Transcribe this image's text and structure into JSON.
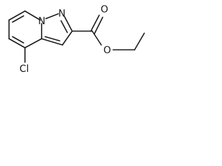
{
  "molecule": {
    "atoms": {
      "n_pyridine": "N",
      "n_pyrazole": "N",
      "o_carbonyl": "O",
      "o_ester": "O",
      "cl": "Cl"
    },
    "colors": {
      "line": "#1a1a1a",
      "background": "#ffffff"
    }
  }
}
